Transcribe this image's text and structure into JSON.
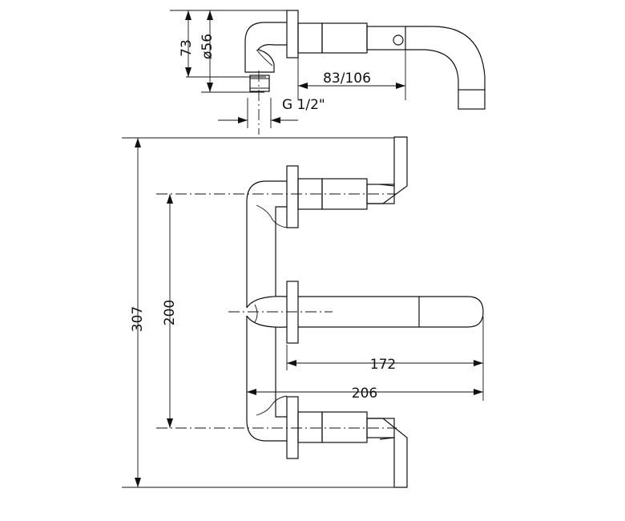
{
  "drawing": {
    "dimensions": {
      "height_73": "73",
      "diameter_56": "ø56",
      "depth_83_106": "83/106",
      "thread": "G 1/2\"",
      "total_height_307": "307",
      "center_distance_200": "200",
      "spout_reach_172": "172",
      "overall_reach_206": "206"
    }
  }
}
